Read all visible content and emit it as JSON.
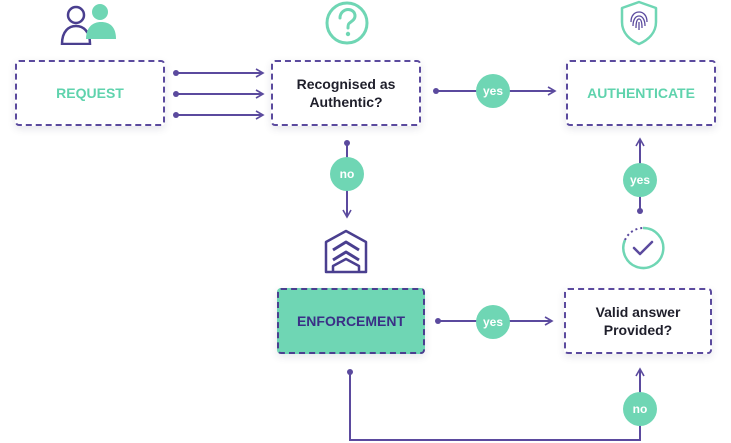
{
  "nodes": {
    "request": "REQUEST",
    "recognised": "Recognised as Authentic?",
    "authenticate": "AUTHENTICATE",
    "enforcement": "ENFORCEMENT",
    "valid_answer": "Valid answer Provided?"
  },
  "edge_labels": {
    "recognised_to_authenticate": "yes",
    "recognised_to_enforcement": "no",
    "enforcement_to_valid": "yes",
    "valid_to_authenticate": "yes",
    "valid_loop_back": "no"
  },
  "icons": {
    "users": "users-icon",
    "question": "question-circle-icon",
    "shield": "fingerprint-shield-icon",
    "enforcement": "chevron-shield-icon",
    "check": "check-circle-icon"
  },
  "colors": {
    "purple": "#5b4a9e",
    "teal": "#6fd6b4",
    "teal_text": "#5fd3ad",
    "dark_purple_text": "#3a2f86"
  }
}
